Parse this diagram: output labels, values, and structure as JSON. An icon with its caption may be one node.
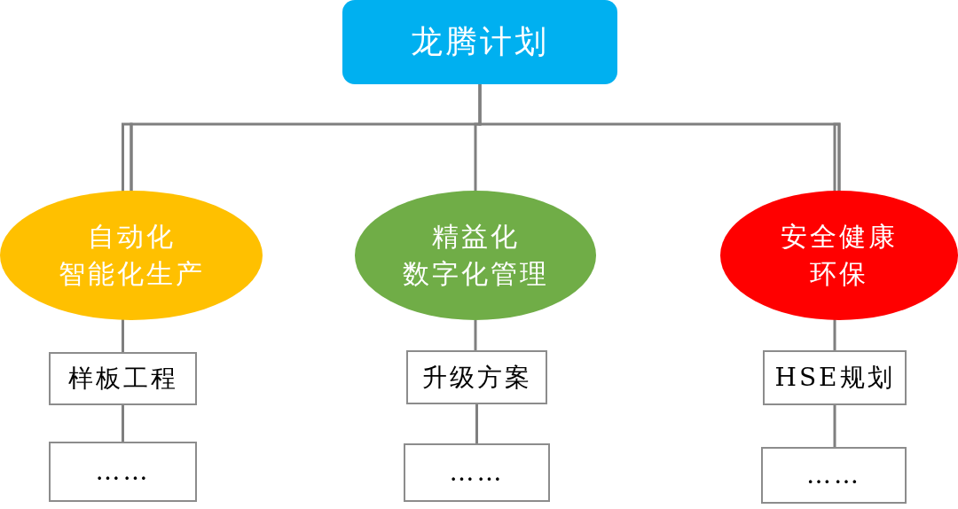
{
  "diagram": {
    "nodes": [
      {
        "text": [
          "龙腾计划"
        ]
      },
      {
        "text": [
          "自动化",
          "智能化生产"
        ]
      },
      {
        "text": [
          "精益化",
          "数字化管理"
        ]
      },
      {
        "text": [
          "安全健康",
          "环保"
        ]
      },
      {
        "text": [
          "样板工程"
        ]
      },
      {
        "text": [
          "升级方案"
        ]
      },
      {
        "text": [
          "HSE规划"
        ]
      },
      {
        "text": [
          "……"
        ]
      },
      {
        "text": [
          "……"
        ]
      },
      {
        "text": [
          "……"
        ]
      }
    ],
    "edges": [
      {
        "from": 0,
        "to": 1,
        "arrow": "none"
      },
      {
        "from": 0,
        "to": 2,
        "arrow": "none"
      },
      {
        "from": 0,
        "to": 3,
        "arrow": "none"
      },
      {
        "from": 1,
        "to": 4,
        "arrow": "none"
      },
      {
        "from": 2,
        "to": 5,
        "arrow": "none"
      },
      {
        "from": 3,
        "to": 6,
        "arrow": "none"
      },
      {
        "from": 4,
        "to": 7,
        "arrow": "none"
      },
      {
        "from": 5,
        "to": 8,
        "arrow": "none"
      },
      {
        "from": 6,
        "to": 9,
        "arrow": "none"
      }
    ]
  }
}
